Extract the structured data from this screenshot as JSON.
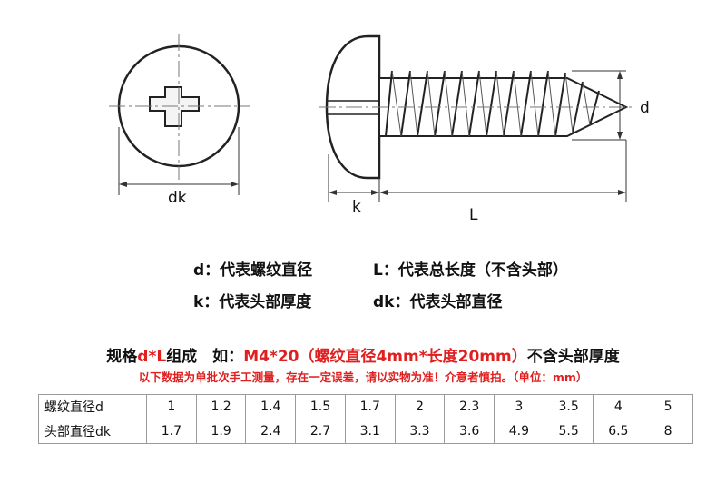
{
  "diagram": {
    "label_dk": "dk",
    "label_k": "k",
    "label_L": "L",
    "label_d": "d"
  },
  "legend": {
    "d": "d：代表螺纹直径",
    "L": "L：代表总长度（不含头部）",
    "k": "k：代表头部厚度",
    "dk": "dk：代表头部直径"
  },
  "spec": {
    "prefix": "规格",
    "formula": "d*L",
    "middle": "组成　如：",
    "example": "M4*20（螺纹直径4mm*长度20mm）",
    "suffix": "不含头部厚度"
  },
  "note": "以下数据为单批次手工测量，存在一定误差，请以实物为准！介意者慎拍。（单位：mm）",
  "table": {
    "rows": [
      {
        "label": "螺纹直径d",
        "values": [
          "1",
          "1.2",
          "1.4",
          "1.5",
          "1.7",
          "2",
          "2.3",
          "3",
          "3.5",
          "4",
          "5"
        ]
      },
      {
        "label": "头部直径dk",
        "values": [
          "1.7",
          "1.9",
          "2.4",
          "2.7",
          "3.1",
          "3.3",
          "3.6",
          "4.9",
          "5.5",
          "6.5",
          "8"
        ]
      }
    ]
  }
}
